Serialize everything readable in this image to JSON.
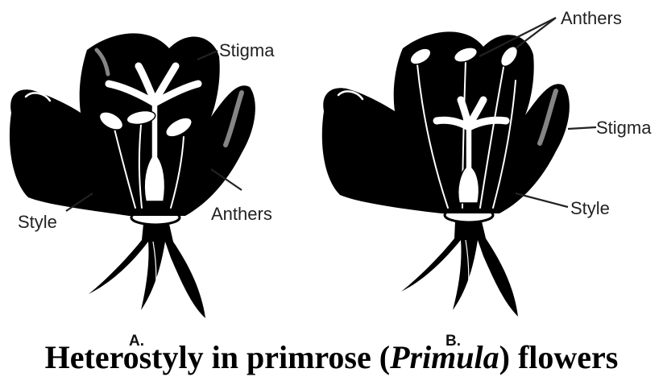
{
  "panels": [
    {
      "id": "A",
      "label": "A.",
      "stigma_label": "Stigma",
      "style_label": "Style",
      "anthers_label": "Anthers"
    },
    {
      "id": "B",
      "label": "B.",
      "stigma_label": "Stigma",
      "style_label": "Style",
      "anthers_label": "Anthers"
    }
  ],
  "caption": {
    "before": "Heterostyly in primrose (",
    "genus": "Primula",
    "after": ") flowers"
  }
}
